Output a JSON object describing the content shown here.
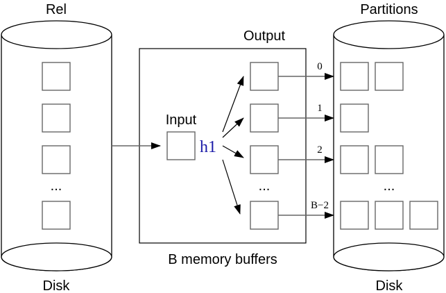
{
  "diagram": {
    "type": "external-hashing-partition-phase",
    "left_disk": {
      "title": "Rel",
      "caption": "Disk",
      "ellipsis": "..."
    },
    "memory": {
      "caption": "B memory buffers",
      "input_label": "Input",
      "output_label": "Output",
      "hash_label": "h1",
      "hash_color": "#1a1aa8",
      "ellipsis": "..."
    },
    "right_disk": {
      "title": "Partitions",
      "caption": "Disk",
      "ellipsis": "..."
    },
    "partitions": [
      {
        "label": "0",
        "pages": 2
      },
      {
        "label": "1",
        "pages": 1
      },
      {
        "label": "2",
        "pages": 2
      },
      {
        "label": "B−2",
        "pages": 3
      }
    ]
  }
}
